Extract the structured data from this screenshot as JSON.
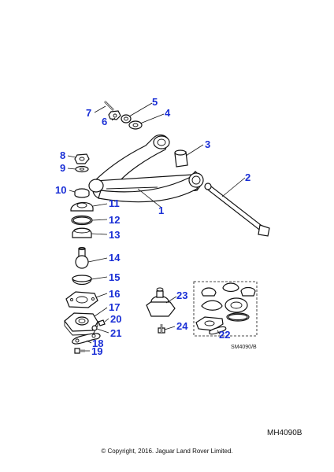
{
  "diagram": {
    "callouts": [
      "1",
      "2",
      "3",
      "4",
      "5",
      "6",
      "7",
      "8",
      "9",
      "10",
      "11",
      "12",
      "13",
      "14",
      "15",
      "16",
      "17",
      "18",
      "19",
      "20",
      "21",
      "22",
      "23",
      "24"
    ],
    "reference_code": "SM4090/B",
    "figure_code": "MH4090B",
    "copyright": "© Copyright, 2016. Jaguar Land Rover Limited."
  }
}
